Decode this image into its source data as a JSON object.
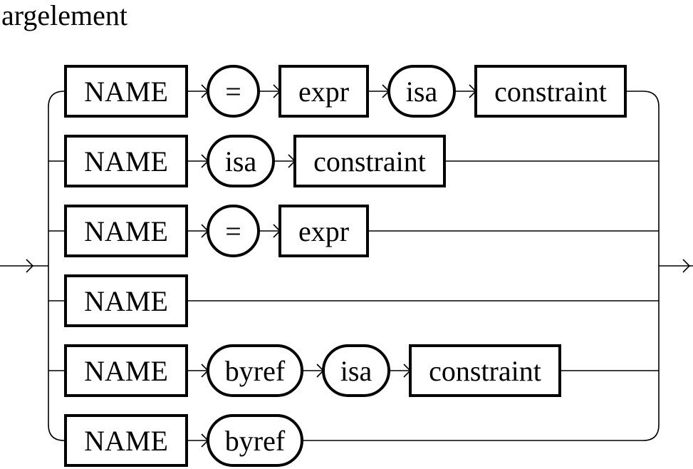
{
  "rule": {
    "name": "argelement"
  },
  "branches": [
    {
      "items": [
        {
          "kind": "nonterminal",
          "text": "NAME"
        },
        {
          "kind": "terminal",
          "text": "="
        },
        {
          "kind": "nonterminal",
          "text": "expr"
        },
        {
          "kind": "terminal",
          "text": "isa"
        },
        {
          "kind": "nonterminal",
          "text": "constraint"
        }
      ]
    },
    {
      "items": [
        {
          "kind": "nonterminal",
          "text": "NAME"
        },
        {
          "kind": "terminal",
          "text": "isa"
        },
        {
          "kind": "nonterminal",
          "text": "constraint"
        }
      ]
    },
    {
      "items": [
        {
          "kind": "nonterminal",
          "text": "NAME"
        },
        {
          "kind": "terminal",
          "text": "="
        },
        {
          "kind": "nonterminal",
          "text": "expr"
        }
      ]
    },
    {
      "items": [
        {
          "kind": "nonterminal",
          "text": "NAME"
        }
      ]
    },
    {
      "items": [
        {
          "kind": "nonterminal",
          "text": "NAME"
        },
        {
          "kind": "terminal",
          "text": "byref"
        },
        {
          "kind": "terminal",
          "text": "isa"
        },
        {
          "kind": "nonterminal",
          "text": "constraint"
        }
      ]
    },
    {
      "items": [
        {
          "kind": "nonterminal",
          "text": "NAME"
        },
        {
          "kind": "terminal",
          "text": "byref"
        }
      ]
    }
  ]
}
